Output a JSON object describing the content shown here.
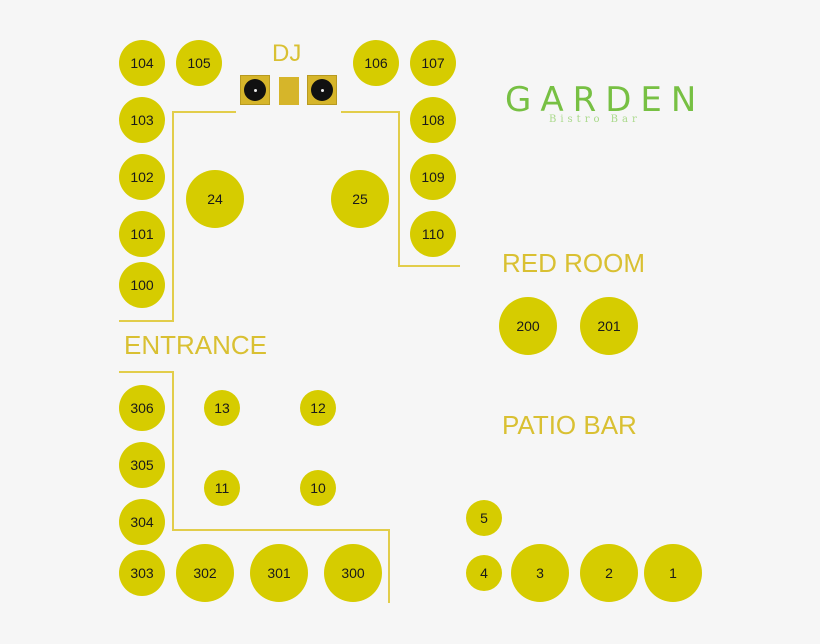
{
  "logo": {
    "title": "GARDEN",
    "subtitle": "Bistro Bar",
    "color": "#77c043"
  },
  "colors": {
    "table": "#d6cc00",
    "label": "#d9c032",
    "wall": "#e2cd4a",
    "background": "#f6f6f6"
  },
  "labels": {
    "dj": "DJ",
    "entrance": "ENTRANCE",
    "red_room": "RED ROOM",
    "patio_bar": "PATIO BAR"
  },
  "tables": [
    {
      "id": "104"
    },
    {
      "id": "105"
    },
    {
      "id": "106"
    },
    {
      "id": "107"
    },
    {
      "id": "103"
    },
    {
      "id": "108"
    },
    {
      "id": "102"
    },
    {
      "id": "109"
    },
    {
      "id": "101"
    },
    {
      "id": "110"
    },
    {
      "id": "100"
    },
    {
      "id": "24"
    },
    {
      "id": "25"
    },
    {
      "id": "200"
    },
    {
      "id": "201"
    },
    {
      "id": "306"
    },
    {
      "id": "305"
    },
    {
      "id": "304"
    },
    {
      "id": "303"
    },
    {
      "id": "302"
    },
    {
      "id": "301"
    },
    {
      "id": "300"
    },
    {
      "id": "13"
    },
    {
      "id": "12"
    },
    {
      "id": "11"
    },
    {
      "id": "10"
    },
    {
      "id": "5"
    },
    {
      "id": "4"
    },
    {
      "id": "3"
    },
    {
      "id": "2"
    },
    {
      "id": "1"
    }
  ]
}
